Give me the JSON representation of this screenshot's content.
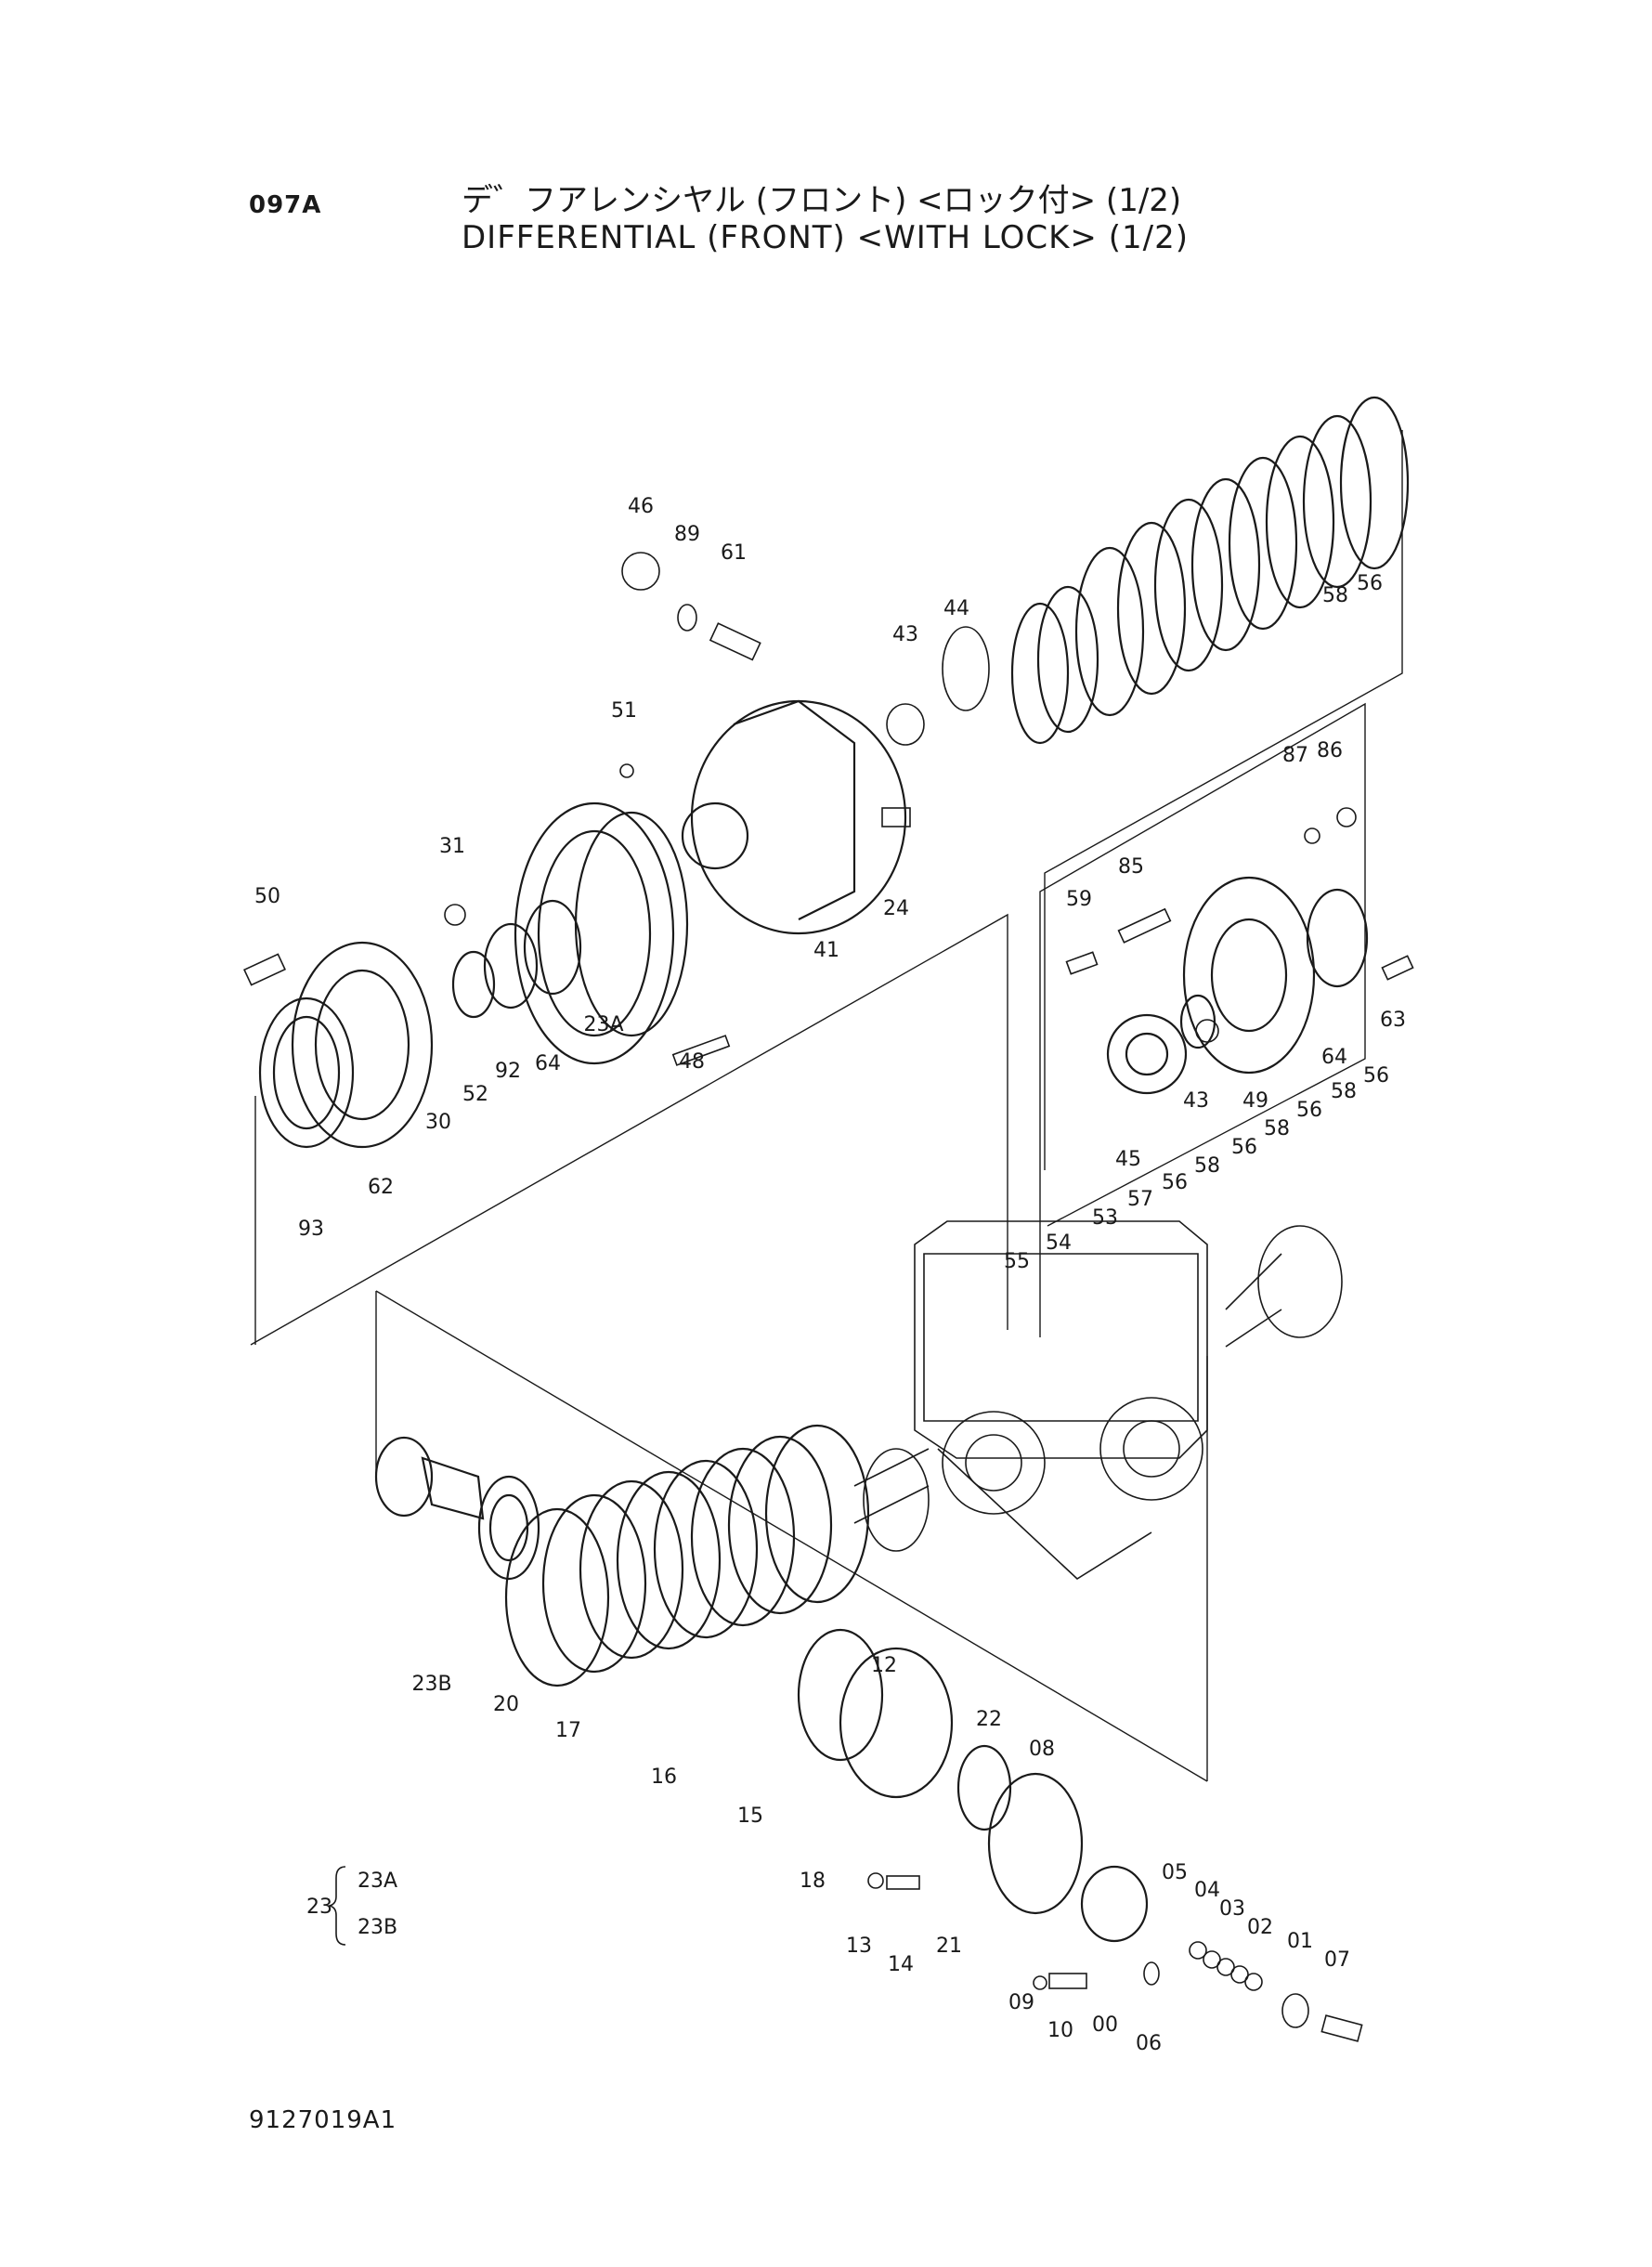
{
  "header": {
    "page_code": "097A",
    "title_jp": "デ゛フアレンシヤル (フロント) <ロック付> (1/2)",
    "title_en": "DIFFERENTIAL (FRONT) <WITH LOCK> (1/2)"
  },
  "footer": {
    "doc_code": "9127019A1"
  },
  "legend": {
    "parent": "23",
    "children": [
      "23A",
      "23B"
    ]
  },
  "callouts": [
    "46",
    "89",
    "61",
    "43",
    "44",
    "51",
    "31",
    "50",
    "41",
    "24",
    "48",
    "23A",
    "64",
    "92",
    "52",
    "30",
    "62",
    "93",
    "55",
    "54",
    "53",
    "57",
    "56",
    "58",
    "56",
    "58",
    "56",
    "58",
    "56",
    "58",
    "56",
    "87",
    "86",
    "85",
    "59",
    "63",
    "64",
    "49",
    "43",
    "45",
    "23B",
    "20",
    "17",
    "16",
    "15",
    "18",
    "12",
    "13",
    "14",
    "21",
    "22",
    "08",
    "09",
    "10",
    "00",
    "06",
    "05",
    "04",
    "03",
    "02",
    "01",
    "07"
  ]
}
